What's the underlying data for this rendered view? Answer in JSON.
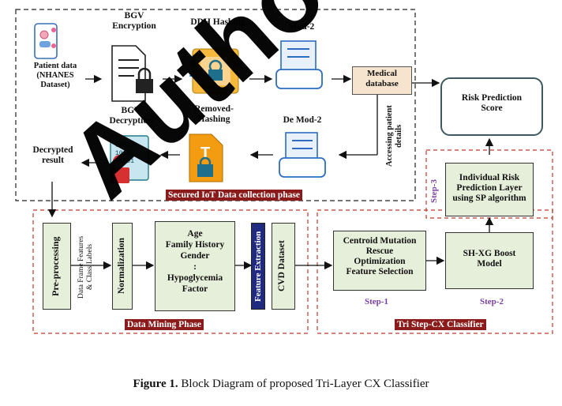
{
  "top": {
    "patient_data": "Patient data\n(NHANES\nDataset)",
    "bgv_encryption": "BGV\nEncryption",
    "ddh_hashing": "DDH Hashing",
    "mod2": "Mod-2",
    "medical_db": "Medical\ndatabase",
    "accessing": "Accessing patient\ndetails",
    "bgv_decryption": "BGV\nDecryption",
    "removed_hashing": "Removed-\nHashing",
    "de_mod2": "De Mod-2",
    "decrypted_result": "Decrypted\nresult",
    "secured_label": "Secured IoT Data collection phase"
  },
  "mining": {
    "preprocessing": "Pre-processing",
    "df_features": "Data Frame Features\n& Class Labels",
    "normalization": "Normalization",
    "features": "Age\nFamily History\nGender\n:\nHypoglycemia\nFactor",
    "feature_extraction": "Feature Extraction",
    "cvd_dataset": "CVD Dataset",
    "phase_label": "Data Mining Phase"
  },
  "classifier": {
    "centroid": "Centroid Mutation\nRescue\nOptimization\nFeature Selection",
    "shxg": "SH-XG Boost\nModel",
    "individual": "Individual Risk\nPrediction Layer\nusing SP algorithm",
    "risk_score": "Risk Prediction\nScore",
    "step1": "Step-1",
    "step2": "Step-2",
    "step3": "Step-3",
    "label": "Tri Step-CX Classifier"
  },
  "caption": {
    "prefix": "Figure 1.",
    "text": " Block Diagram of proposed Tri-Layer CX Classifier"
  },
  "watermark": "Authors Pre-Proof"
}
